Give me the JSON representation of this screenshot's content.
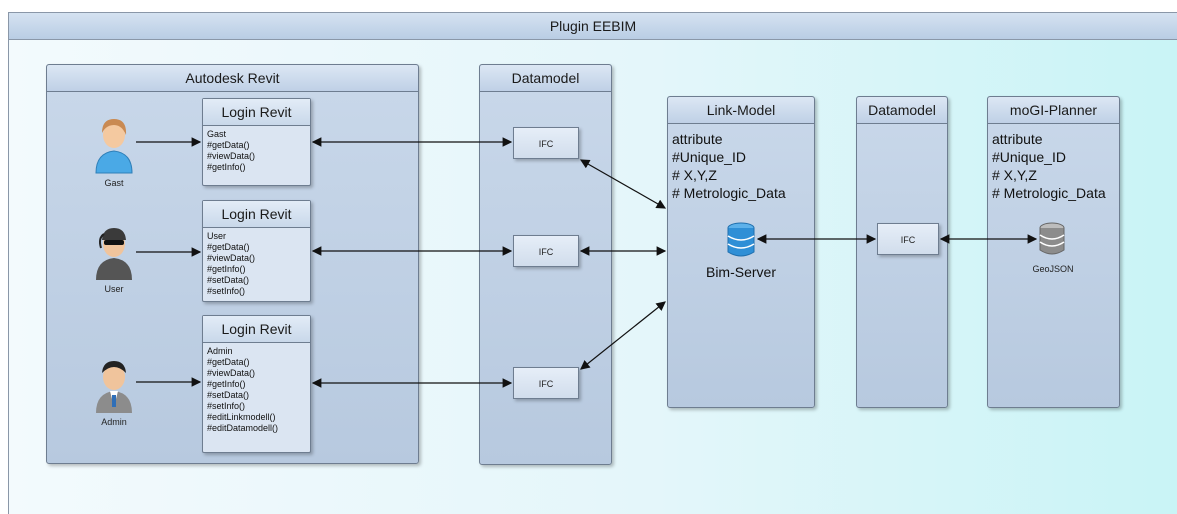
{
  "title": "Plugin EEBIM",
  "revit": {
    "title": "Autodesk Revit",
    "logins": [
      {
        "title": "Login Revit",
        "lines": [
          "Gast",
          "#getData()",
          "#viewData()",
          "#getInfo()"
        ],
        "actor": "Gast"
      },
      {
        "title": "Login Revit",
        "lines": [
          "User",
          "#getData()",
          "#viewData()",
          "#getInfo()",
          "#setData()",
          "#setInfo()"
        ],
        "actor": "User"
      },
      {
        "title": "Login Revit",
        "lines": [
          "Admin",
          "#getData()",
          "#viewData()",
          "#getInfo()",
          "#setData()",
          "#setInfo()",
          "#editLinkmodell()",
          "#editDatamodell()"
        ],
        "actor": "Admin"
      }
    ]
  },
  "datamodel_left": {
    "title": "Datamodel",
    "ifc": [
      "IFC",
      "IFC",
      "IFC"
    ]
  },
  "link_model": {
    "title": "Link-Model",
    "lines": [
      "attribute",
      "#Unique_ID",
      "# X,Y,Z",
      "# Metrologic_Data"
    ],
    "server_label": "Bim-Server",
    "icon": "database-icon",
    "icon_color": "#2f8fd6"
  },
  "datamodel_right": {
    "title": "Datamodel",
    "ifc": "IFC"
  },
  "mogi": {
    "title": "moGI-Planner",
    "lines": [
      "attribute",
      "#Unique_ID",
      "# X,Y,Z",
      "# Metrologic_Data"
    ],
    "db_label": "GeoJSON",
    "icon": "database-icon",
    "icon_color": "#8c8c8c"
  },
  "colors": {
    "panel": "#c4d4e8",
    "accent_blue": "#2f8fd6"
  }
}
